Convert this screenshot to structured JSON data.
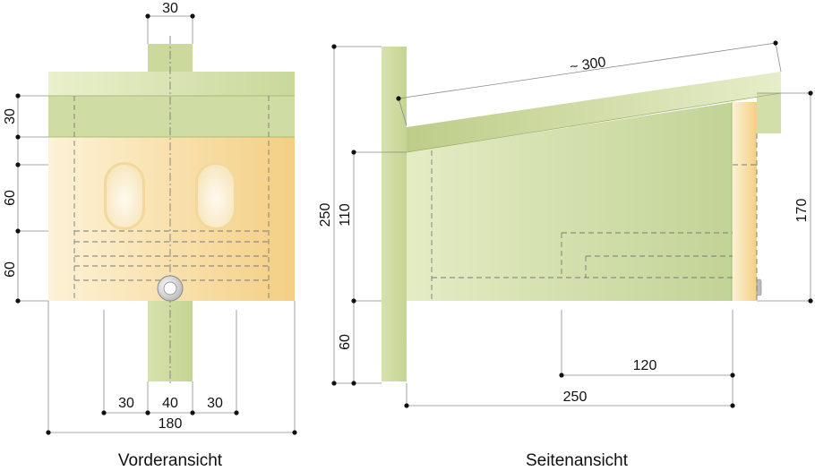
{
  "front_view": {
    "caption": "Vorderansicht",
    "dims": {
      "post_width": "30",
      "roof_height": "30",
      "upper_height": "60",
      "lower_height": "60",
      "left_offset": "30",
      "post_mount": "40",
      "right_offset": "30",
      "total_width": "180"
    }
  },
  "side_view": {
    "caption": "Seitenansicht",
    "dims": {
      "roof_length": "~ 300",
      "total_height": "250",
      "box_height": "110",
      "bottom": "60",
      "back_height": "170",
      "inner_length": "120",
      "total_length": "250"
    }
  },
  "colors": {
    "green_light": "#e3ecbf",
    "green_dark": "#b7c884",
    "wood_light": "#fbecc6",
    "wood_dark": "#f3cf86",
    "dot": "#111111"
  }
}
